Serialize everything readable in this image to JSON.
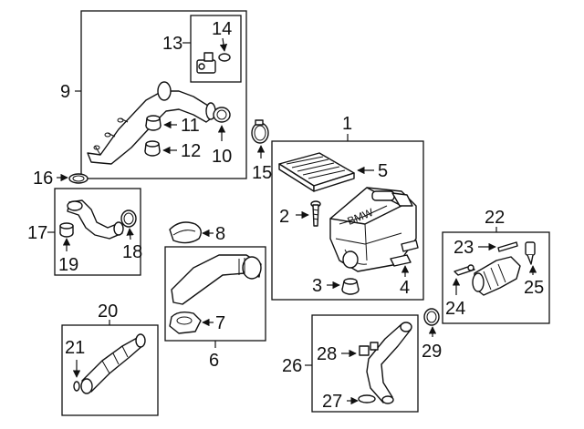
{
  "callouts": {
    "c1": "1",
    "c2": "2",
    "c3": "3",
    "c4": "4",
    "c5": "5",
    "c6": "6",
    "c7": "7",
    "c8": "8",
    "c9": "9",
    "c10": "10",
    "c11": "11",
    "c12": "12",
    "c13": "13",
    "c14": "14",
    "c15": "15",
    "c16": "16",
    "c17": "17",
    "c18": "18",
    "c19": "19",
    "c20": "20",
    "c21": "21",
    "c22": "22",
    "c23": "23",
    "c24": "24",
    "c25": "25",
    "c26": "26",
    "c27": "27",
    "c28": "28",
    "c29": "29"
  },
  "logo_text": "BMW",
  "colors": {
    "line": "#111111",
    "background": "#ffffff"
  }
}
